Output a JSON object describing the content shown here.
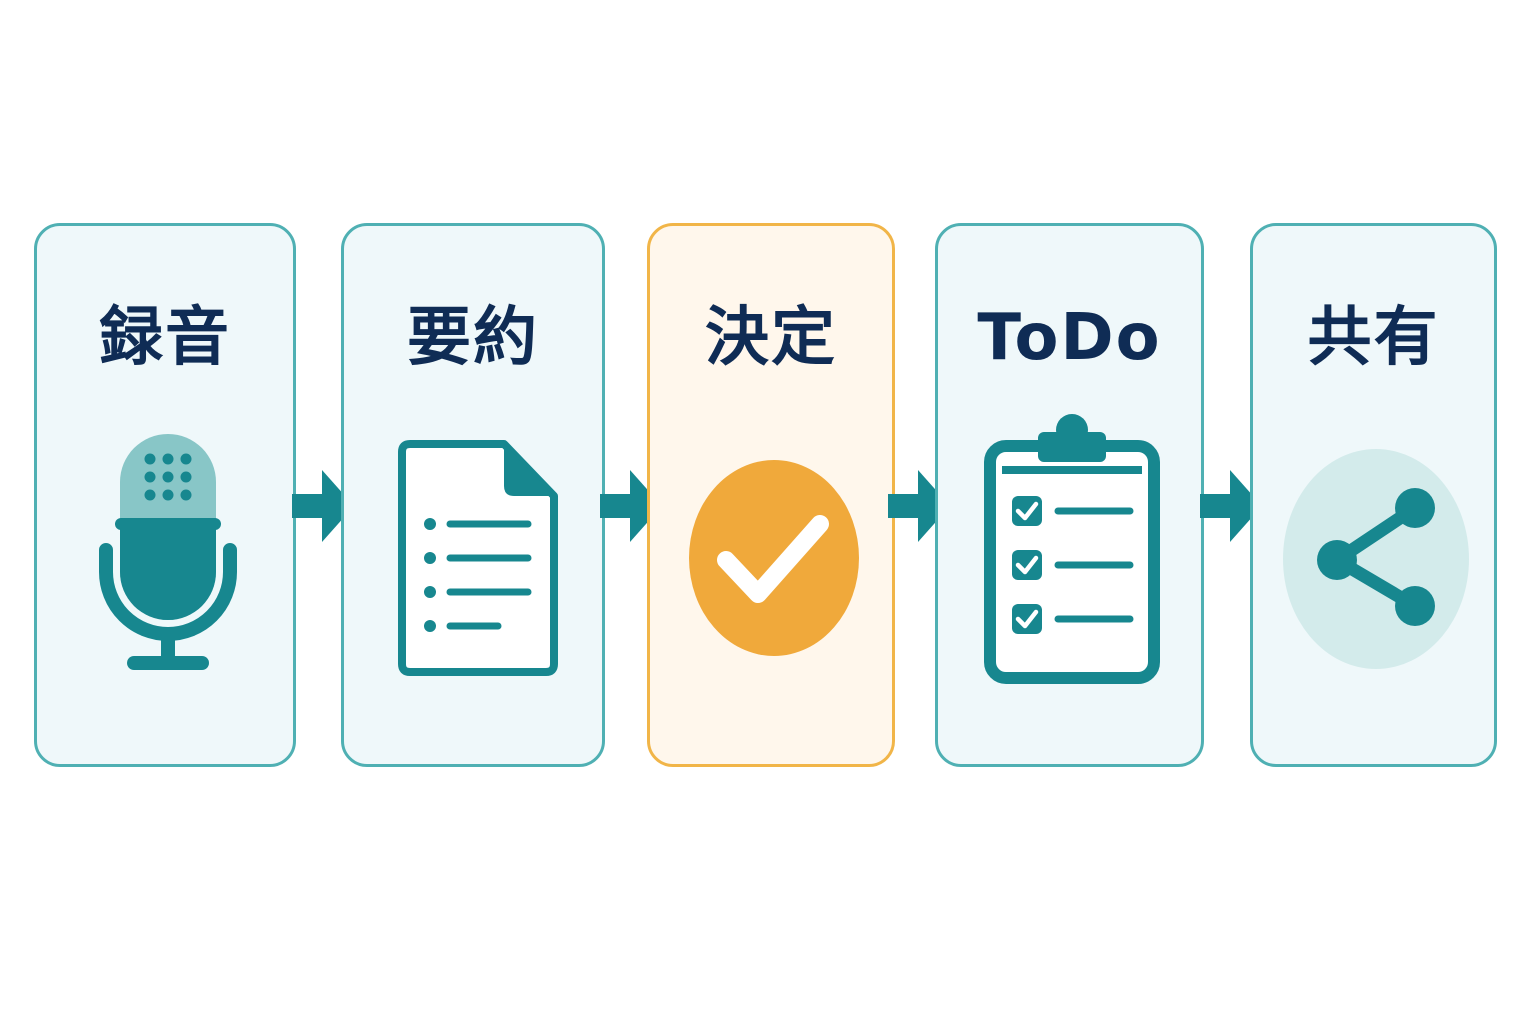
{
  "steps": [
    {
      "label": "録音",
      "icon": "microphone-icon"
    },
    {
      "label": "要約",
      "icon": "document-icon"
    },
    {
      "label": "決定",
      "icon": "check-circle-icon"
    },
    {
      "label": "ToDo",
      "icon": "clipboard-checklist-icon"
    },
    {
      "label": "共有",
      "icon": "share-icon"
    }
  ],
  "colors": {
    "primary": "#17878f",
    "primary_light": "#88c6c7",
    "highlight": "#f0a93b",
    "title": "#0f2c55",
    "card_border": "#4fb0b3",
    "card_bg": "#eff8fa",
    "highlight_border": "#f1b548",
    "highlight_bg": "#fff7ec"
  }
}
